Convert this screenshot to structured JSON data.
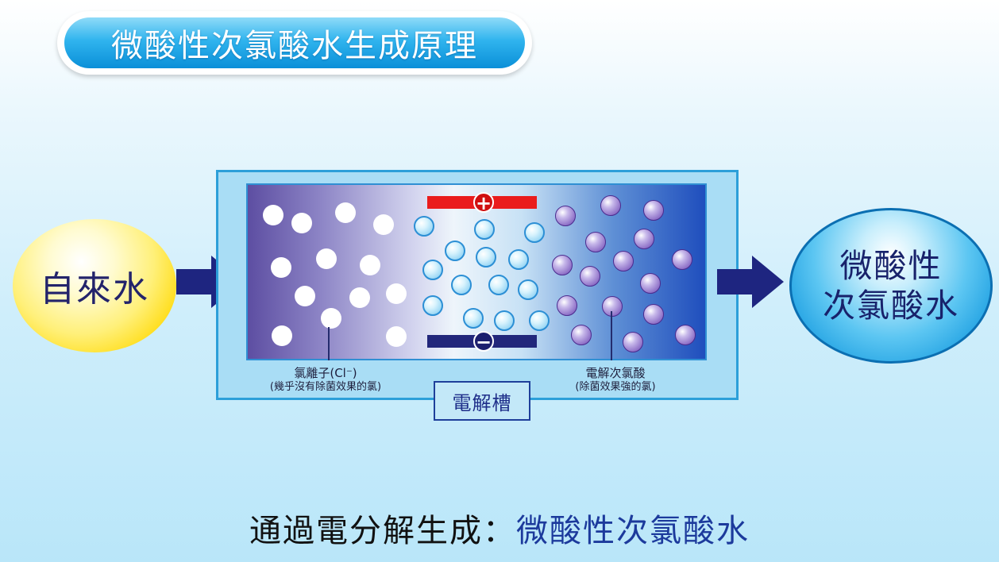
{
  "title": "微酸性次氯酸水生成原理",
  "input_label": "自來水",
  "electrode_signs": {
    "positive": "+",
    "negative": "−"
  },
  "left_ion_label": {
    "main": "氯離子(Cl⁻)",
    "sub": "(幾乎沒有除菌效果的氯)"
  },
  "right_ion_label": {
    "main": "電解次氯酸",
    "sub": "(除菌效果強的氯)"
  },
  "cell_label": "電解槽",
  "output_label": {
    "line1": "微酸性",
    "line2": "次氯酸水"
  },
  "caption": {
    "prefix": "通過電分解生成：",
    "highlight": "微酸性次氯酸水"
  },
  "colors": {
    "arrow": "#1e2580",
    "positive_electrode": "#ea1c1c",
    "negative_electrode": "#22277b",
    "chloride_ion": "#ffffff",
    "hypochlorous_acid": "#6b44b2",
    "accent_blue": "#1c3a9c"
  }
}
